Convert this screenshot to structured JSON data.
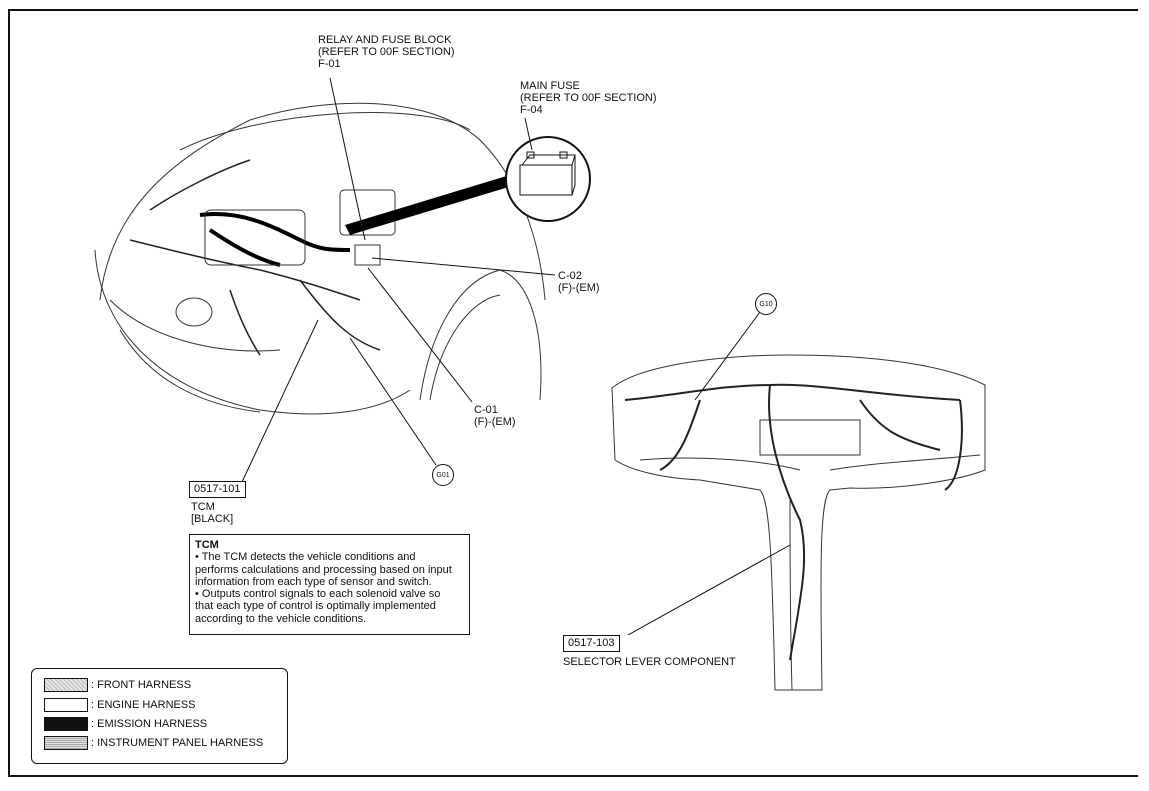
{
  "labels": {
    "relay_block": [
      "RELAY AND FUSE BLOCK",
      "(REFER TO 00F SECTION)",
      "F-01"
    ],
    "main_fuse": [
      "MAIN FUSE",
      "(REFER TO 00F SECTION)",
      "F-04"
    ],
    "c02": [
      "C-02",
      "(F)-(EM)"
    ],
    "c01": [
      "C-01",
      "(F)-(EM)"
    ],
    "g01": "G01",
    "g10": "G10",
    "tcm_part": "0517-101",
    "tcm_name": [
      "TCM",
      "[BLACK]"
    ],
    "selector_part": "0517-103",
    "selector_name": "SELECTOR LEVER COMPONENT"
  },
  "info_box": {
    "title": "TCM",
    "lines": [
      "• The TCM detects the vehicle conditions and",
      "performs calculations and processing based on input",
      "information from each type of sensor and switch.",
      "• Outputs control signals to each solenoid valve so",
      "that each type of control is optimally implemented",
      "according to the vehicle conditions."
    ]
  },
  "legend": [
    {
      "label": ": FRONT HARNESS",
      "fill": "#d6d6d6"
    },
    {
      "label": ": ENGINE HARNESS",
      "fill": "#ffffff"
    },
    {
      "label": ": EMISSION HARNESS",
      "fill": "#111111"
    },
    {
      "label": ": INSTRUMENT PANEL HARNESS",
      "fill": "#cfcfcf"
    }
  ]
}
